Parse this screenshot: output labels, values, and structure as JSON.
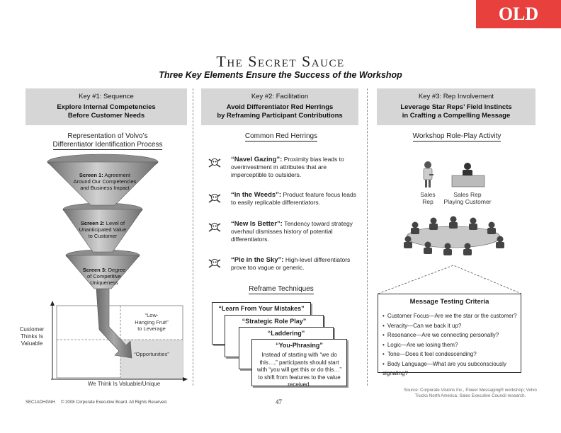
{
  "badge": "OLD",
  "title": "The Secret Sauce",
  "subtitle": "Three Key Elements Ensure the Success of the Workshop",
  "keys": [
    {
      "key": "Key #1: Sequence",
      "desc_line1": "Explore Internal Competencies",
      "desc_line2": "Before Customer Needs"
    },
    {
      "key": "Key #2: Facilitation",
      "desc_line1": "Avoid Differentiator Red Herrings",
      "desc_line2": "by Reframing Participant Contributions"
    },
    {
      "key": "Key #3: Rep Involvement",
      "desc_line1": "Leverage Star Reps’ Field Instincts",
      "desc_line2": "in Crafting a Compelling Message"
    }
  ],
  "col1": {
    "heading_line1": "Representation of Volvo’s",
    "heading_line2": "Differentiator Identification Process",
    "screens": [
      {
        "name": "Screen 1:",
        "rest1": "Agreement",
        "rest2": "Around Our Competencies",
        "rest3": "and Business Impact"
      },
      {
        "name": "Screen 2:",
        "rest1": "Level of",
        "rest2": "Unanticipated Value",
        "rest3": "to Customer"
      },
      {
        "name": "Screen 3:",
        "rest1": "Degree",
        "rest2": "of Competitive",
        "rest3": "Uniqueness"
      }
    ],
    "low_hanging_line1": "“Low-",
    "low_hanging_line2": "Hanging Fruit”",
    "low_hanging_line3": "to Leverage",
    "opportunities": "“Opportunities”",
    "y_label_line1": "Customer",
    "y_label_line2": "Thinks Is",
    "y_label_line3": "Valuable",
    "x_label": "We Think Is Valuable/Unique"
  },
  "col2": {
    "heading": "Common Red Herrings",
    "herrings": [
      {
        "name": "“Navel Gazing”:",
        "text": "Proximity bias leads to overinvestment in attributes that are imperceptible to outsiders."
      },
      {
        "name": "“In the Weeds”:",
        "text": "Product feature focus leads to easily replicable differentiators."
      },
      {
        "name": "“New Is Better”:",
        "text": "Tendency toward strategy overhaul dismisses history of potential differentiators."
      },
      {
        "name": "“Pie in the Sky”:",
        "text": "High-level differentiators prove too vague or generic."
      }
    ],
    "reframe_heading": "Reframe Techniques",
    "techniques": [
      "“Learn From Your Mistakes”",
      "“Strategic Role Play”",
      "“Laddering”",
      "“You-Phrasing”"
    ],
    "you_phrasing_text": "Instead of starting with “we do this…,” participants should start with “you will get this or do this…” to shift from features to the value received."
  },
  "col3": {
    "heading": "Workshop Role-Play Activity",
    "sales_rep_line1": "Sales",
    "sales_rep_line2": "Rep",
    "customer_line1": "Sales Rep",
    "customer_line2": "Playing Customer",
    "criteria_title": "Message Testing Criteria",
    "criteria": [
      "Customer Focus—Are we the star or the customer?",
      "Veracity—Can we back it up?",
      "Resonance—Are we connecting personally?",
      "Logic—Are we losing them?",
      "Tone—Does it feel condescending?",
      "Body Language—What are you subconsciously signaling?"
    ]
  },
  "source_line1": "Source: Corporate Visions Inc., Power Messaging® workshop; Volvo",
  "source_line2": "Trucks North America; Sales Executive Council research.",
  "footer_code": "SEC1ADHGNH",
  "footer_copyright": "© 2008 Corporate Executive Board. All Rights Reserved.",
  "page_number": "47",
  "colors": {
    "badge": "#e8403c",
    "keybox": "#d6d6d6",
    "funnel": "#9a9a9a",
    "arrow": "#8a8a8a"
  }
}
